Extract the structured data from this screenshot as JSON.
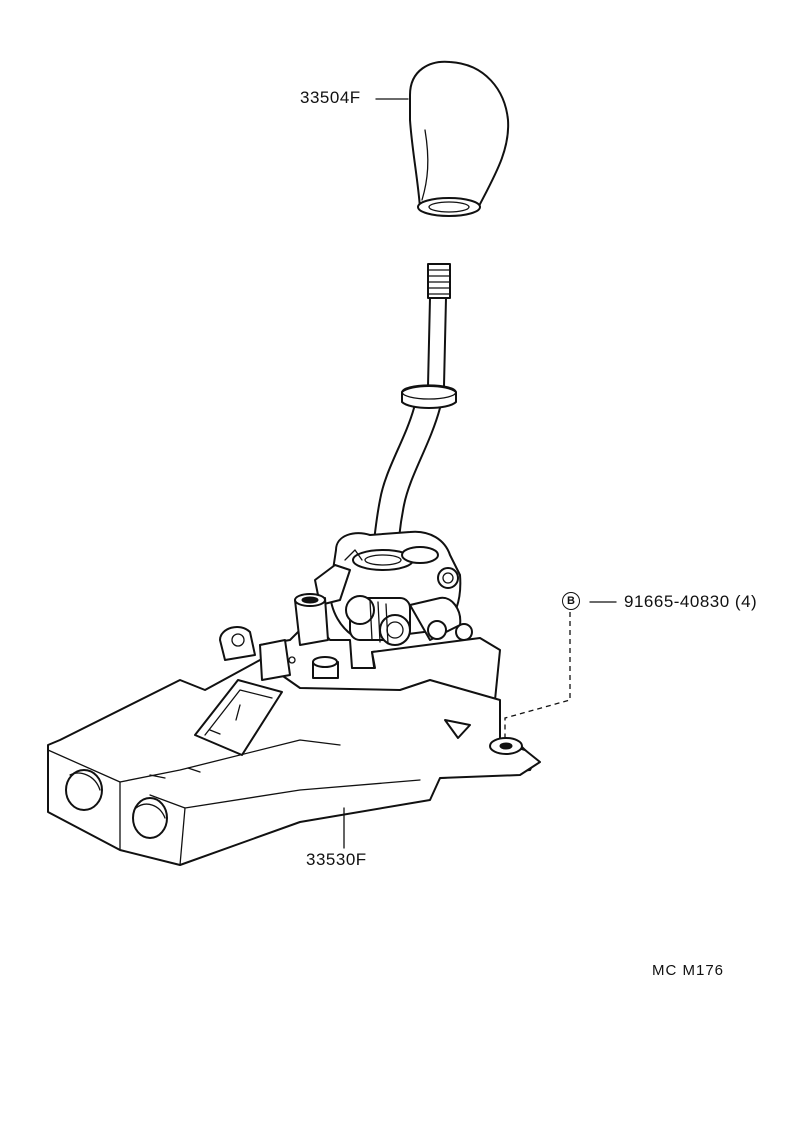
{
  "parts": {
    "knob_number": "33504F",
    "lever_assembly_number": "33530F",
    "bolt_number": "91665-40830 (4)",
    "bolt_marker": "B"
  },
  "figure_code": "MC M176"
}
